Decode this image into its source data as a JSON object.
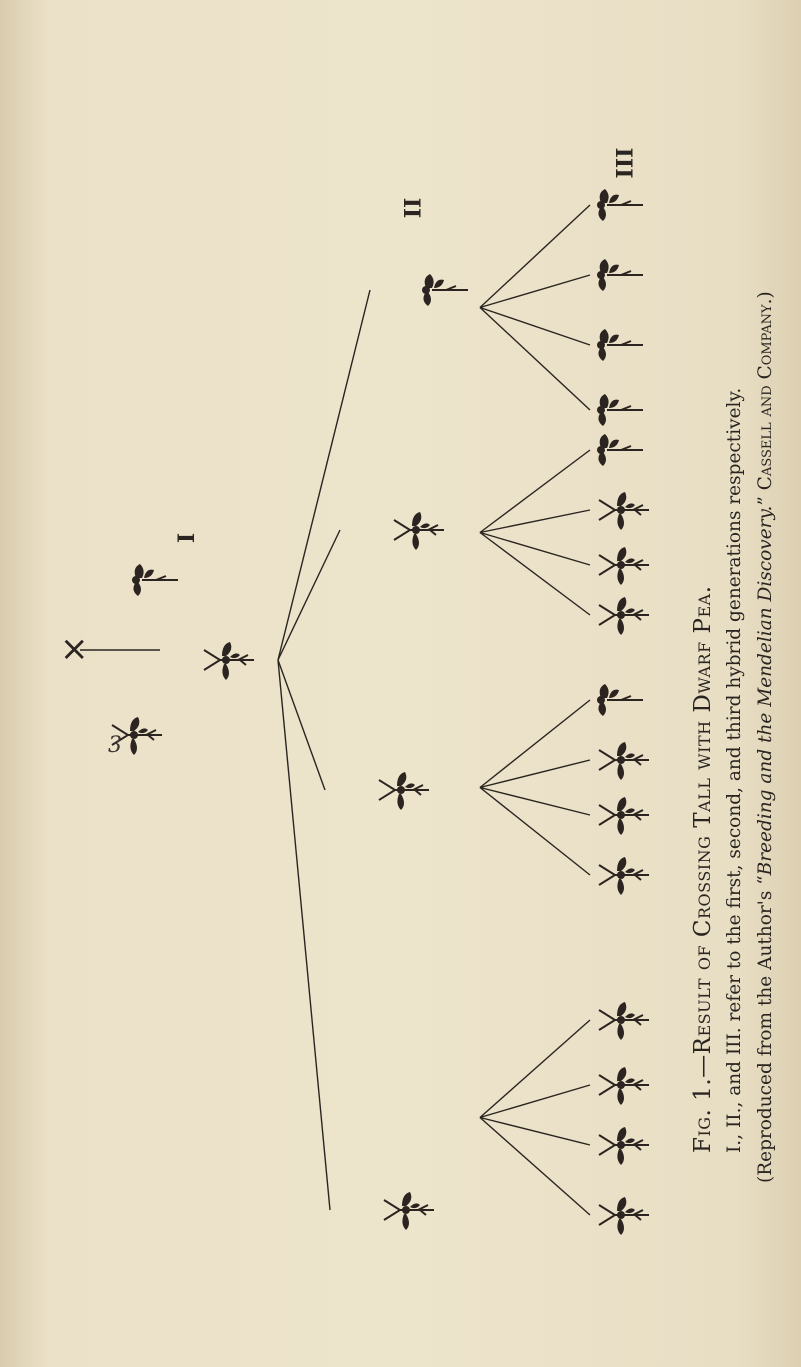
{
  "caption": {
    "title": "Fig. 1.—Result of Crossing Tall with Dwarf Pea.",
    "note": "I., II., and III. refer to the first, second, and third hybrid generations respectively.",
    "source_open": "(Reproduced from the Author's “",
    "source_book": "Breeding and the Mendelian Discovery.",
    "source_close": "”",
    "source_publisher": "Cassell and Company.)"
  },
  "labels": {
    "generation_1": "I",
    "generation_2": "II",
    "generation_3": "III",
    "cross": "×",
    "handwritten_mark": "3"
  },
  "parents": [
    "tall-plant-icon",
    "dwarf-plant-icon"
  ],
  "first_generation": [
    "dwarf-plant-icon"
  ],
  "second_generation": [
    "tall-plant-icon",
    "dwarf-plant-icon",
    "dwarf-plant-icon",
    "dwarf-plant-icon"
  ],
  "third_generation": [
    [
      "tall-plant-icon",
      "tall-plant-icon",
      "tall-plant-icon",
      "tall-plant-icon"
    ],
    [
      "tall-plant-icon",
      "dwarf-plant-icon",
      "dwarf-plant-icon",
      "dwarf-plant-icon"
    ],
    [
      "tall-plant-icon",
      "dwarf-plant-icon",
      "dwarf-plant-icon",
      "dwarf-plant-icon"
    ],
    [
      "dwarf-plant-icon",
      "dwarf-plant-icon",
      "dwarf-plant-icon",
      "dwarf-plant-icon"
    ]
  ]
}
